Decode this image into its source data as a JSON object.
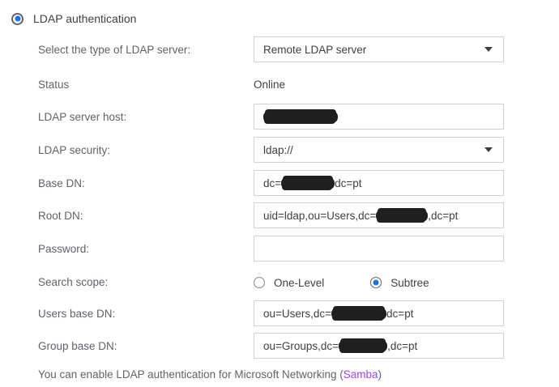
{
  "section": {
    "radio_label": "LDAP authentication",
    "radio_checked": true
  },
  "accent_color": "#1a73e8",
  "link_color": "#a142f4",
  "rows": [
    {
      "label": "Select the type of LDAP server:",
      "type": "select",
      "value": "Remote LDAP server"
    },
    {
      "label": "Status",
      "type": "static",
      "value": "Online"
    },
    {
      "label": "LDAP server host:",
      "type": "input",
      "value": "",
      "redacted_prefix": "",
      "redacted_suffix": "",
      "redaction_width": 92
    },
    {
      "label": "LDAP security:",
      "type": "select",
      "value": "ldap://"
    },
    {
      "label": "Base DN:",
      "type": "input",
      "redacted_prefix": "dc=",
      "redacted_suffix": "dc=pt",
      "redaction_width": 66
    },
    {
      "label": "Root DN:",
      "type": "input",
      "redacted_prefix": "uid=ldap,ou=Users,dc=",
      "redacted_suffix": ",dc=pt",
      "redaction_width": 64
    },
    {
      "label": "Password:",
      "type": "input",
      "value": ""
    },
    {
      "label": "Search scope:",
      "type": "radio-group",
      "options": [
        {
          "label": "One-Level",
          "checked": false
        },
        {
          "label": "Subtree",
          "checked": true
        }
      ]
    },
    {
      "label": "Users base DN:",
      "type": "input",
      "redacted_prefix": "ou=Users,dc=",
      "redacted_suffix": "dc=pt",
      "redaction_width": 68
    },
    {
      "label": "Group base DN:",
      "type": "input",
      "redacted_prefix": "ou=Groups,dc=",
      "redacted_suffix": ",dc=pt",
      "redaction_width": 60
    }
  ],
  "footer": {
    "text_before": "You can enable LDAP authentication for Microsoft Networking (",
    "link_text": "Samba",
    "text_after": ")"
  }
}
